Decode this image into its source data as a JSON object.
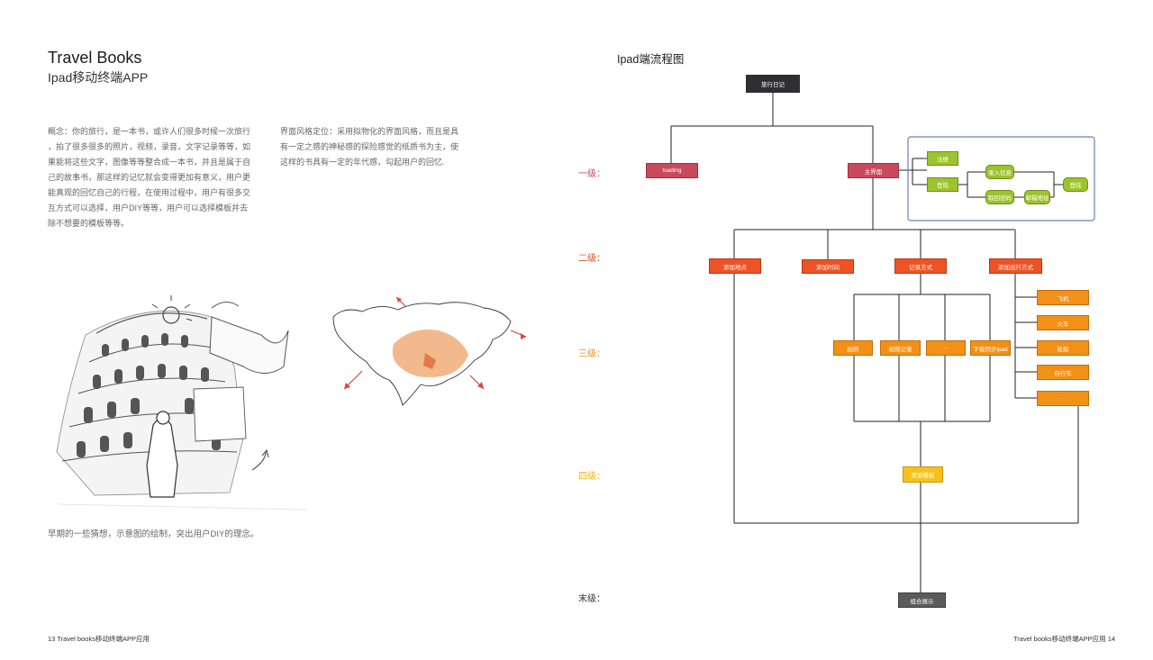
{
  "left_page": {
    "title": "Travel Books",
    "subtitle": "Ipad移动终端APP",
    "concept_text": "概念：你的旅行，是一本书，或许人们很多时候一次旅行\n，拍了很多很多的照片，视频，录音，文字记录等等，如\n果能将这些文字，图像等等整合成一本书，并且是属于自\n己的故事书，那这样的记忆就会变得更加有意义，用户更\n能真观的回忆自己的行程，在使用过程中，用户有很多交\n互方式可以选择，用户DIY等等，用户可以选择模板并去\n除不想要的模板等等。",
    "style_text": "界面风格定位：采用拟物化的界面风格，而且是具\n有一定之感的神秘感的探险感觉的纸质书为主，使\n这样的书具有一定的年代感，勾起用户的回忆.",
    "caption": "早期的一些猜想，示意图的绘制，突出用户DIY的理念。",
    "footer": "13    Travel books移动终端APP应用"
  },
  "right_page": {
    "flow_title": "Ipad端流程图",
    "footer": "Travel books移动终端APP应用    14",
    "levels": [
      "一级：",
      "二级：",
      "三级：",
      "四级：",
      "末级："
    ],
    "level_colors": [
      "#c9495d",
      "#e8471a",
      "#f29017",
      "#f0b400",
      "#333333"
    ],
    "nodes": {
      "root": "旅行日记",
      "loading": "loading",
      "main": "主界面",
      "register": "注册",
      "login": "登陆",
      "input_info": "录入信息",
      "retrieve_password": "取回密码",
      "email_address": "邮箱地址",
      "login_final": "登陆",
      "add_place": "添加地点",
      "add_time": "添加时间",
      "record_method": "记录方式",
      "add_travel_mode": "添加出行方式",
      "photo": "拍照",
      "video": "视频记录",
      "ellipsis_record": "···",
      "download_sync": "下载同步ipad",
      "plane": "飞机",
      "train": "火车",
      "ship": "轮船",
      "bicycle": "自行车",
      "ellipsis_travel": "· · ·",
      "add_template": "添加模板",
      "combined_display": "组合展示"
    }
  },
  "colors": {
    "dark": "#2e2e33",
    "red": "#c9495d",
    "orange_red": "#ee5325",
    "orange": "#f29017",
    "yellow": "#f6c21a",
    "green": "#9dc32d",
    "gray": "#5b5b5b",
    "group_border": "#6b7fb5"
  }
}
